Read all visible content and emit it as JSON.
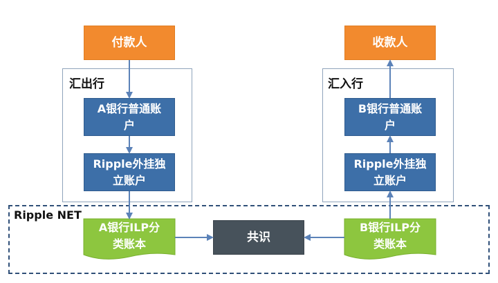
{
  "payer": "付款人",
  "payee": "收款人",
  "remitting_bank": "汇出行",
  "receiving_bank": "汇入行",
  "a_account_line1": "A银行普通账",
  "a_account_line2": "户",
  "b_account_line1": "B银行普通账",
  "b_account_line2": "户",
  "a_ripple_line1": "Ripple外挂独",
  "a_ripple_line2": "立账户",
  "b_ripple_line1": "Ripple外挂独",
  "b_ripple_line2": "立账户",
  "ripple_net": "Ripple NET",
  "a_ledger_line1": "A银行ILP分",
  "a_ledger_line2": "类账本",
  "b_ledger_line1": "B银行ILP分",
  "b_ledger_line2": "类账本",
  "consensus": "共识",
  "colors": {
    "orange": "#f28a2e",
    "blue": "#3d6fa8",
    "green": "#8dc63f",
    "dark": "#47525b",
    "arrow": "#5b82b8"
  }
}
